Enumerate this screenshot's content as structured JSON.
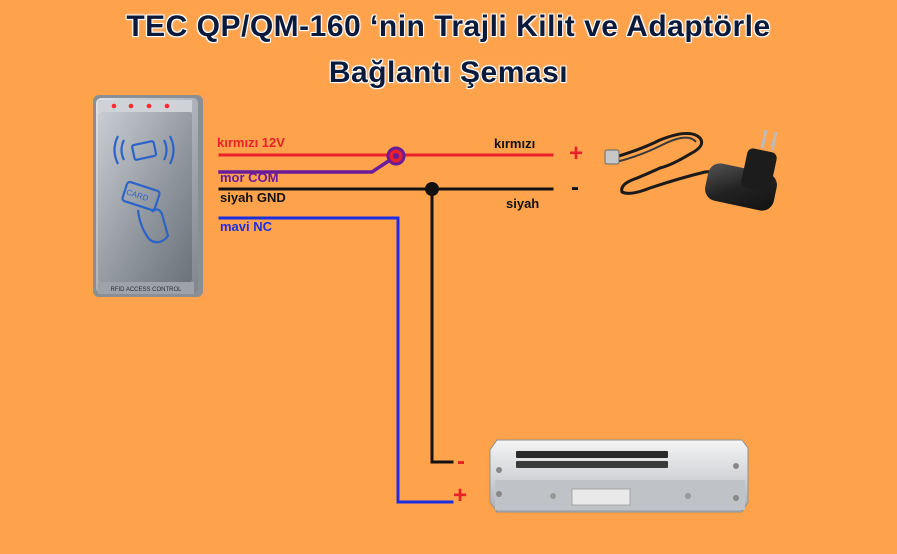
{
  "title": {
    "line1": "TEC QP/QM-160  ‘nin  Trajli Kilit ve Adaptörle",
    "line2": "Bağlantı Şeması"
  },
  "reader": {
    "card_text": "CARD",
    "footer_text": "RFID ACCESS CONTROL"
  },
  "wires": {
    "red_label": "kırmızı 12V",
    "purple_label": "mor COM",
    "black_label": "siyah GND",
    "blue_label": "mavi NC",
    "adapter_red_label": "kırmızı",
    "adapter_black_label": "siyah"
  },
  "signs": {
    "adapter_plus": "+",
    "adapter_minus": "-",
    "lock_minus": "-",
    "lock_plus": "+"
  },
  "colors": {
    "background": "#FFA24C",
    "red_wire": "#e8202a",
    "purple_wire": "#6a1b9a",
    "black_wire": "#111111",
    "blue_wire": "#1c2fe0"
  }
}
